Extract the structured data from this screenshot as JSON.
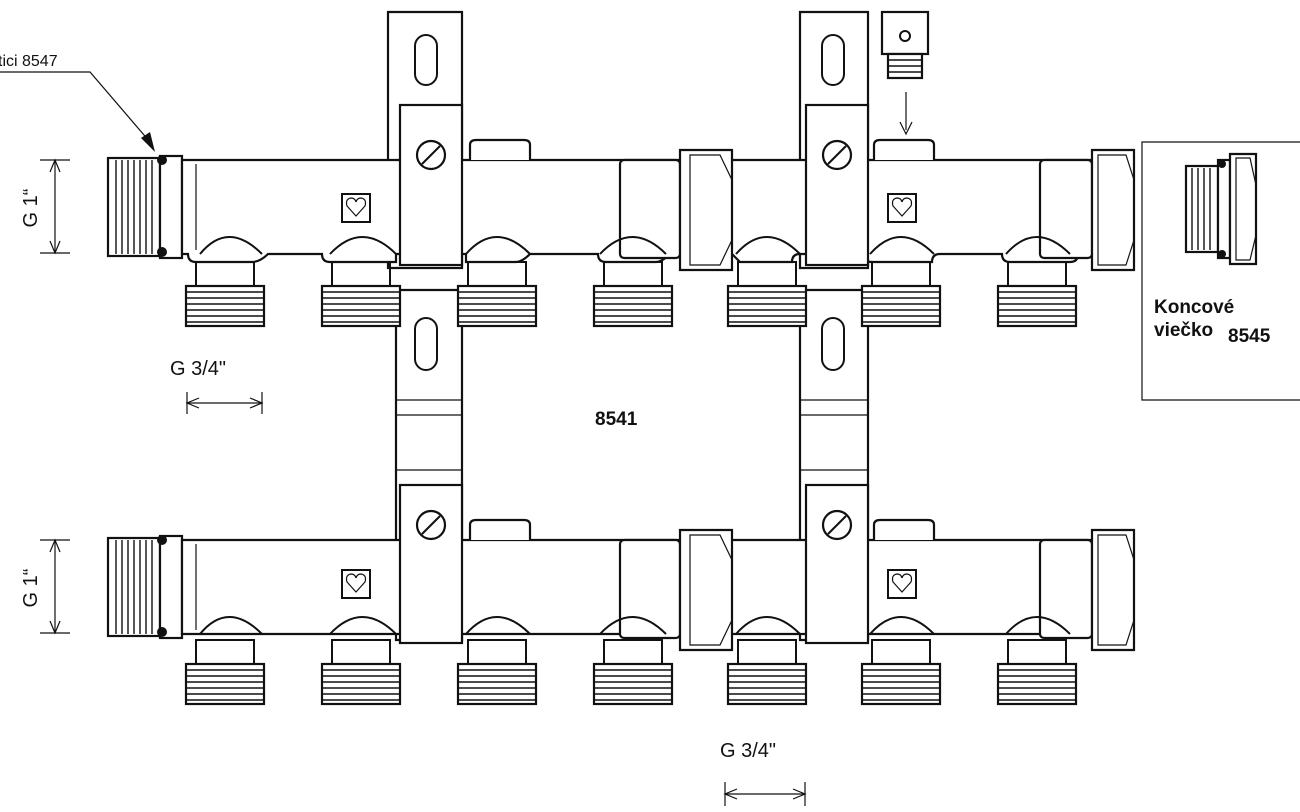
{
  "labels": {
    "top_callout": "tici 8547",
    "dim_top_left": "G 1“",
    "dim_bottom_left": "G 1“",
    "dim_branch_top": "G 3/4\"",
    "dim_branch_bottom": "G 3/4\"",
    "center_code": "8541",
    "end_cap_line1": "Koncové",
    "end_cap_line2": "viečko",
    "end_cap_code": "8545"
  },
  "icons": {
    "heat_symbol": "heart-in-square-icon",
    "screw": "slotted-screw-icon",
    "vent_plug": "air-vent-plug-icon"
  }
}
